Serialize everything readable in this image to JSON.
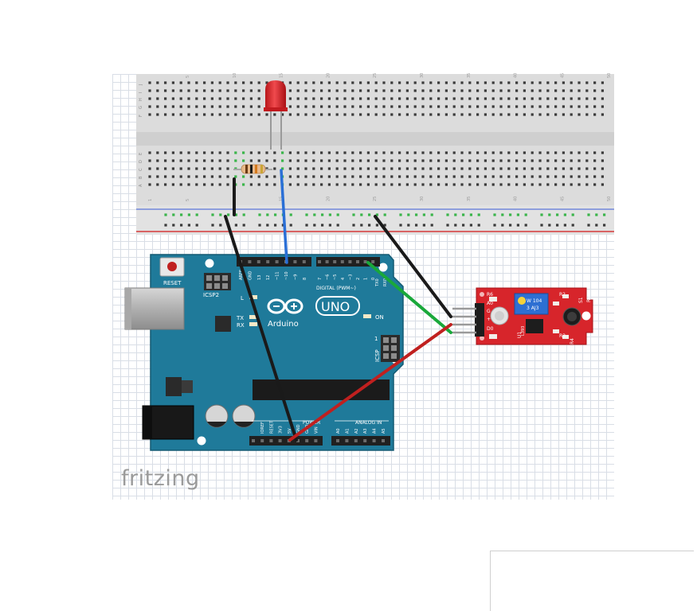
{
  "breadboard": {
    "row_letters_top": [
      "J",
      "I",
      "H",
      "G",
      "F"
    ],
    "row_letters_bottom": [
      "E",
      "D",
      "C",
      "B",
      "A"
    ],
    "column_numbers_top": [
      "5",
      "10",
      "15",
      "20",
      "25",
      "30",
      "35",
      "40",
      "45",
      "50"
    ],
    "column_numbers_bottom": [
      "1",
      "5",
      "10",
      "15",
      "20",
      "25",
      "30",
      "35",
      "40",
      "45",
      "50"
    ]
  },
  "arduino": {
    "reset_label": "RESET",
    "icsp2_label": "ICSP2",
    "icsp_label": "ICSP",
    "logo_text": "Arduino",
    "uno_text": "UNO",
    "tx_label": "TX",
    "rx_label": "RX",
    "l_label": "L",
    "on_label": "ON",
    "digital_label": "DIGITAL (PWM~)",
    "power_label": "POWER",
    "analog_label": "ANALOG IN",
    "txd_label": "TX0",
    "rxd_label": "RX0",
    "top_pins": [
      "AREF",
      "GND",
      "13",
      "12",
      "~11",
      "~10",
      "~9",
      "8",
      "7",
      "~6",
      "~5",
      "4",
      "~3",
      "2",
      "1",
      "0"
    ],
    "power_pins": [
      "IOREF",
      "RESET",
      "3V3",
      "5V",
      "GND",
      "GND",
      "VIN"
    ],
    "analog_pins": [
      "A0",
      "A1",
      "A2",
      "A3",
      "A4",
      "A5"
    ],
    "icsp_pin1": "1"
  },
  "sensor": {
    "labels": [
      "R6",
      "A0",
      "G",
      "+",
      "D0",
      "R2",
      "R3",
      "R4",
      "R5",
      "S1",
      "U1"
    ],
    "pot_text": "W 104",
    "pot_subtext": "3 AJ3",
    "chip_text": "L393"
  },
  "logo": "fritzing",
  "colors": {
    "breadboard": "#d8d8d8",
    "arduino_board": "#1c7a9a",
    "sensor_board": "#d7252b",
    "wire_black": "#1a1a1a",
    "wire_blue": "#2a6fd6",
    "wire_green": "#19a83a",
    "wire_red": "#c0201f",
    "led": "#e8262b",
    "rail_red": "#d63a3a",
    "rail_blue": "#3a5ad6",
    "connected_hole": "#3ab54a"
  }
}
